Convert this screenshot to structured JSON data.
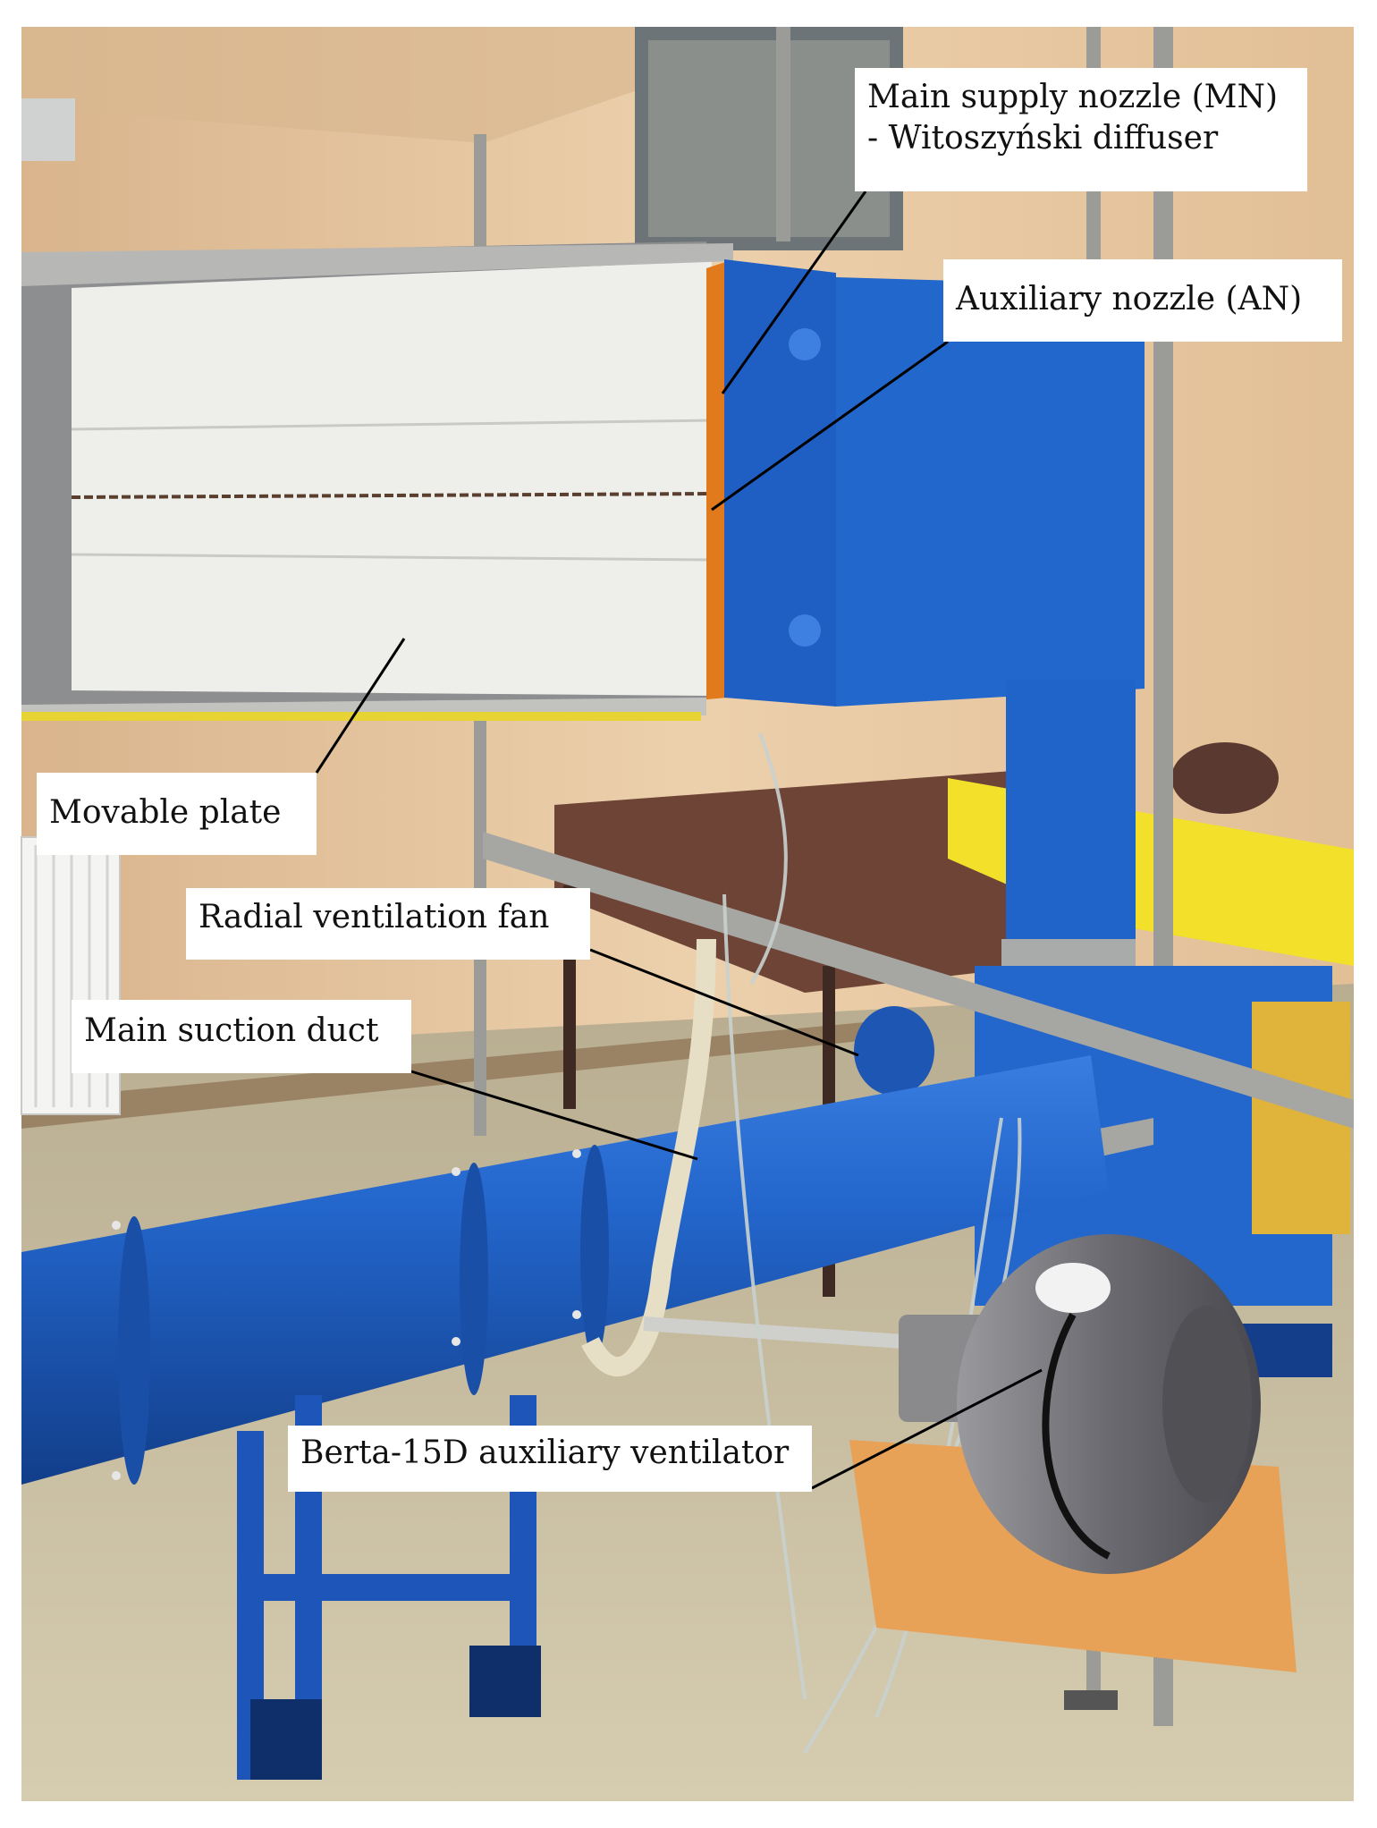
{
  "labels": {
    "main_supply_nozzle_line1": "Main supply nozzle (MN)",
    "main_supply_nozzle_line2": "- Witoszyński diffuser",
    "auxiliary_nozzle": "Auxiliary nozzle (AN)",
    "movable_plate": "Movable plate",
    "radial_fan": "Radial ventilation fan",
    "main_suction_duct": "Main suction duct",
    "berta_ventilator": "Berta-15D auxiliary ventilator"
  },
  "colors": {
    "wall": "#e8c9a4",
    "floor": "#cbbf9e",
    "duct_blue": "#1f5fc4",
    "plate_white": "#eeeeea",
    "orange_strip": "#e07a1c",
    "table_yellow": "#f2e02a",
    "fan_grey": "#6e6e72",
    "base_orange": "#e8a257"
  }
}
